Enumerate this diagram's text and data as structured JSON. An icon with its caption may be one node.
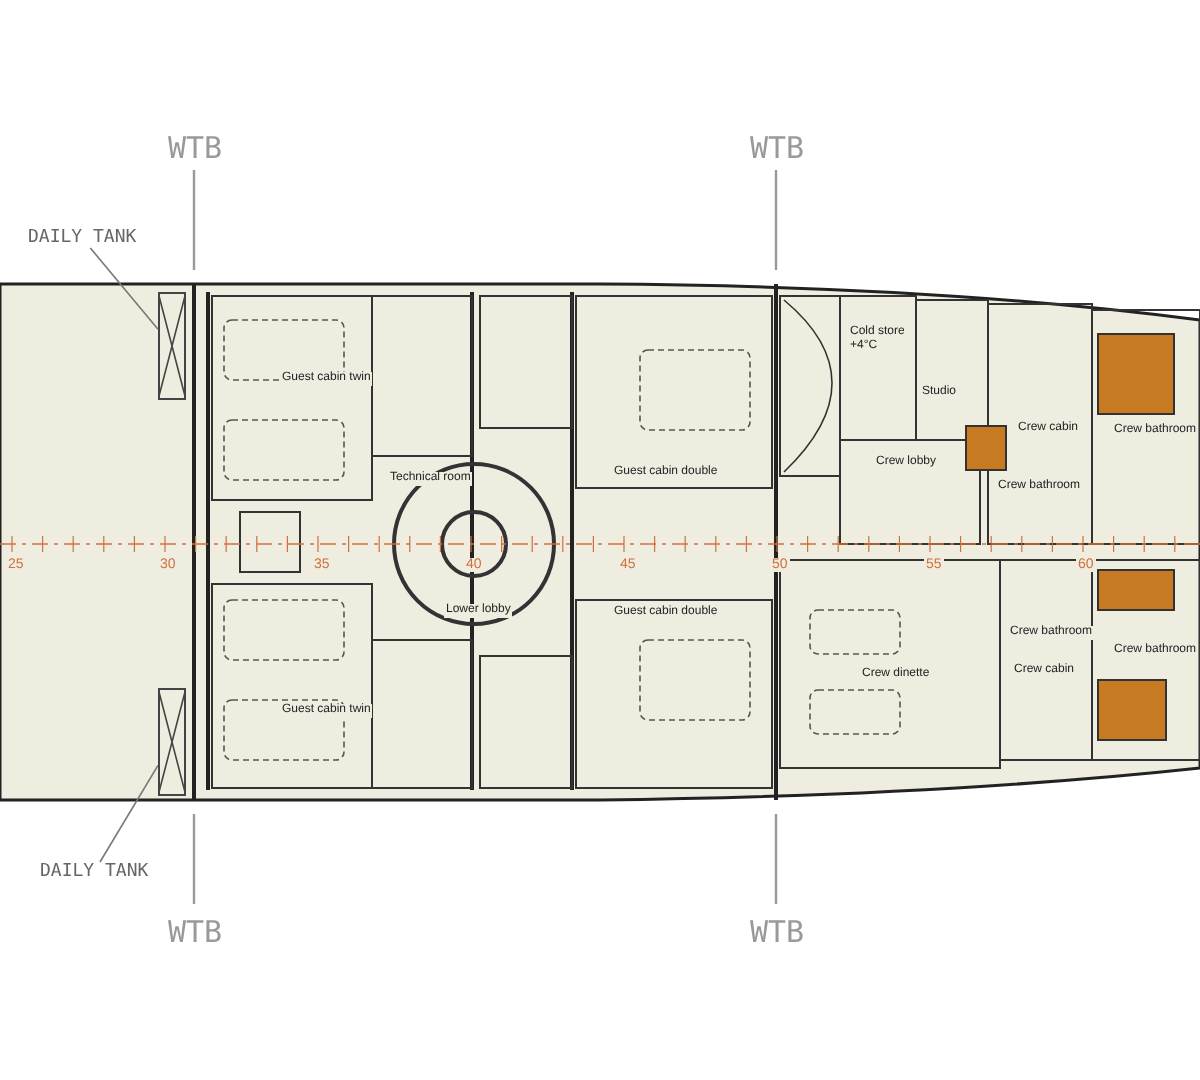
{
  "diagram": {
    "nodes": [
      {
        "text": [
          "DAILY TANK"
        ]
      },
      {
        "text": [],
        "shape": "box"
      },
      {
        "text": [],
        "shape": "box"
      },
      {
        "text": [
          "DAILY TANK"
        ]
      }
    ],
    "edges": [
      {
        "from": 0,
        "to": 1,
        "arrow": "none"
      },
      {
        "from": 3,
        "to": 2,
        "arrow": "none"
      }
    ],
    "labels": [
      "WTB",
      "WTB",
      "Cold store +4°C",
      "Guest cabin twin",
      "Studio",
      "Crew cabin",
      "Crew bathroom",
      "Crew lobby",
      "Technical room",
      "Guest cabin double",
      "Crew bathroom",
      "25",
      "30",
      "35",
      "40",
      "45",
      "50",
      "55",
      "60",
      "Lower lobby",
      "Guest cabin double",
      "Crew dinette",
      "Crew bathroom",
      "Crew cabin",
      "Crew bathroom",
      "Guest cabin twin",
      "WTB",
      "WTB"
    ]
  }
}
